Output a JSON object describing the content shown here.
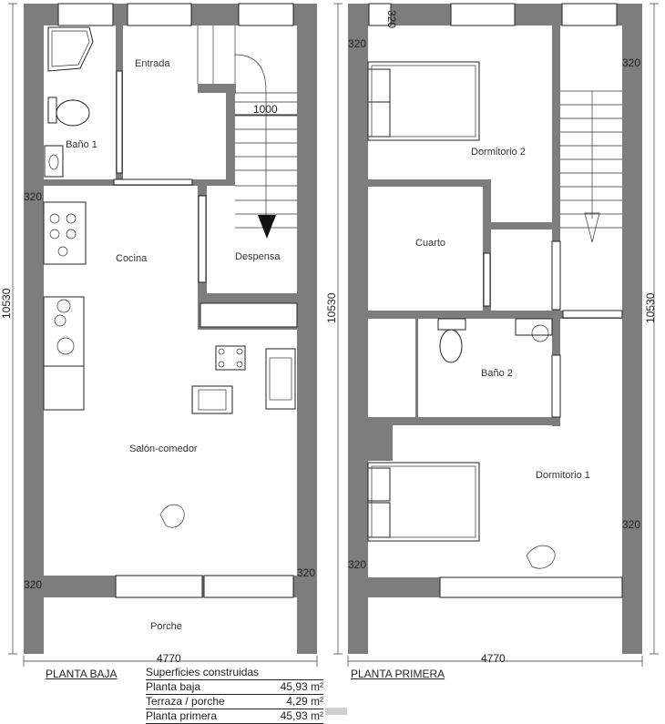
{
  "plans": [
    {
      "title": "PLANTA BAJA",
      "rooms": [
        "Entrada",
        "Baño 1",
        "Cocina",
        "Despensa",
        "Salón-comedor",
        "Porche"
      ],
      "dimensions": {
        "width": "4770",
        "height": "10530",
        "wall": "320",
        "stair": "1000"
      }
    },
    {
      "title": "PLANTA PRIMERA",
      "rooms": [
        "Dormitorio 2",
        "Cuarto",
        "Baño 2",
        "Dormitorio 1"
      ],
      "dimensions": {
        "width": "4770",
        "height_left": "10530",
        "height_right": "10530",
        "wall": "320"
      }
    }
  ],
  "surfaces": {
    "heading": "Superficies construidas",
    "rows": [
      {
        "label": "Planta baja",
        "value": "45,93 m²"
      },
      {
        "label": "Terraza / porche",
        "value": "4,29 m²"
      },
      {
        "label": "Planta primera",
        "value": "45,93 m²"
      }
    ]
  }
}
